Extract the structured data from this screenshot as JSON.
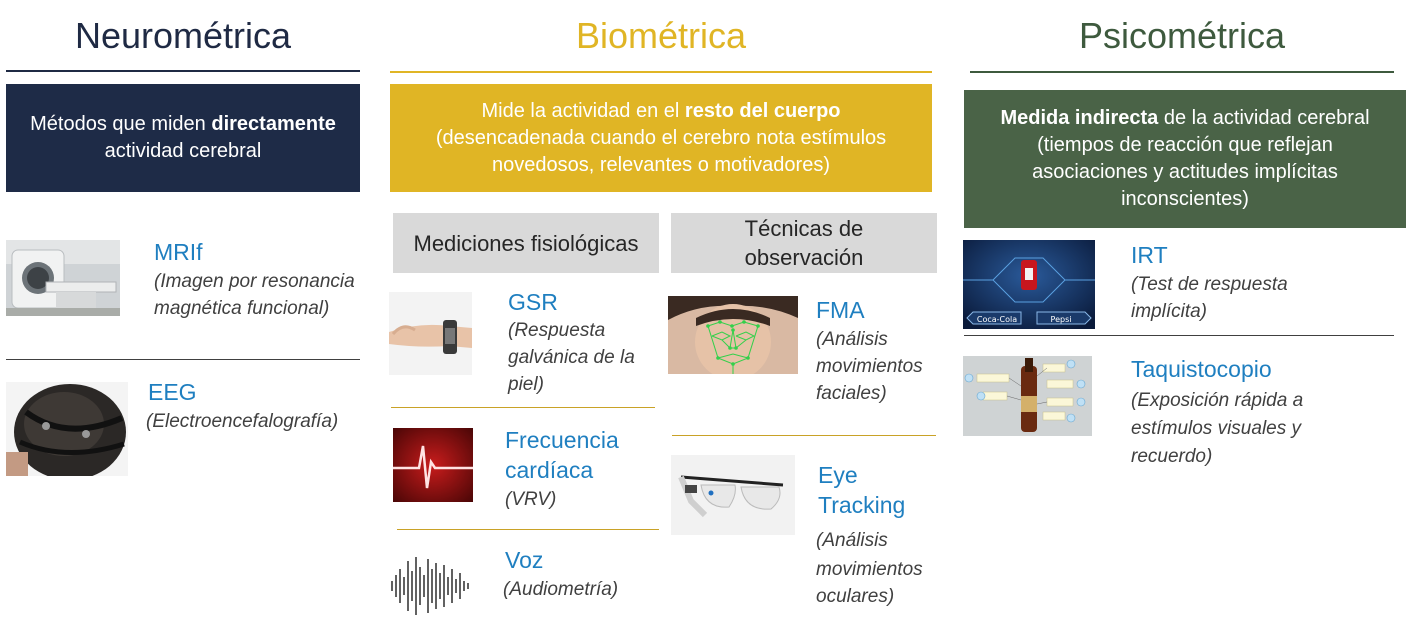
{
  "colors": {
    "neuro_title": "#1f2a44",
    "neuro_box": "#1e2b47",
    "bio_title": "#e0b525",
    "bio_box": "#e0b525",
    "psico_title": "#3e5a3e",
    "psico_box": "#4a6347",
    "item_title": "#1f7fc0"
  },
  "neuro": {
    "title": "Neurométrica",
    "box_pre": "Métodos que miden ",
    "box_bold": "directamente",
    "box_post": "actividad cerebral",
    "items": [
      {
        "title": "MRIf",
        "desc1": "(Imagen por resonancia",
        "desc2": "magnética funcional)",
        "icon": "mri-scanner-photo"
      },
      {
        "title": "EEG",
        "desc1": "(Electroencefalografía)",
        "icon": "eeg-cap-photo"
      }
    ]
  },
  "bio": {
    "title": "Biométrica",
    "box_pre": "Mide la actividad en el ",
    "box_bold": "resto del cuerpo",
    "box_line2": "(desencadenada cuando el cerebro nota estímulos",
    "box_line3": "novedosos, relevantes o motivadores)",
    "sub_left": "Mediciones fisiológicas",
    "sub_right1": "Técnicas de",
    "sub_right2": "observación",
    "left_items": [
      {
        "title": "GSR",
        "desc1": "(Respuesta",
        "desc2": "galvánica de la",
        "desc3": "piel)",
        "icon": "wrist-sensor-photo"
      },
      {
        "title1": "Frecuencia",
        "title2": "cardíaca",
        "desc1": "(VRV)",
        "icon": "heartbeat-monitor-photo"
      },
      {
        "title": "Voz",
        "desc1": "(Audiometría)",
        "icon": "sound-wave-icon"
      }
    ],
    "right_items": [
      {
        "title": "FMA",
        "desc1": "(Análisis",
        "desc2": "movimientos",
        "desc3": "faciales)",
        "icon": "face-mesh-photo"
      },
      {
        "title1": "Eye",
        "title2": "Tracking",
        "desc1": "(Análisis",
        "desc2": "movimientos",
        "desc3": "oculares)",
        "icon": "eye-tracker-glasses-photo"
      }
    ]
  },
  "psico": {
    "title": "Psicométrica",
    "box_bold": "Medida indirecta",
    "box_post1": " de la actividad cerebral",
    "box_line2": "(tiempos de reacción que reflejan",
    "box_line3": "asociaciones y actitudes implícitas",
    "box_line4": "inconscientes)",
    "items": [
      {
        "title": "IRT",
        "desc1": "(Test de respuesta",
        "desc2": "implícita)",
        "icon": "irt-screen-image",
        "left_label": "Coca-Cola",
        "right_label": "Pepsi"
      },
      {
        "title": "Taquistocopio",
        "desc1": "(Exposición rápida a",
        "desc2": "estímulos visuales  y",
        "desc3": "recuerdo)",
        "icon": "tachistoscope-image"
      }
    ]
  }
}
